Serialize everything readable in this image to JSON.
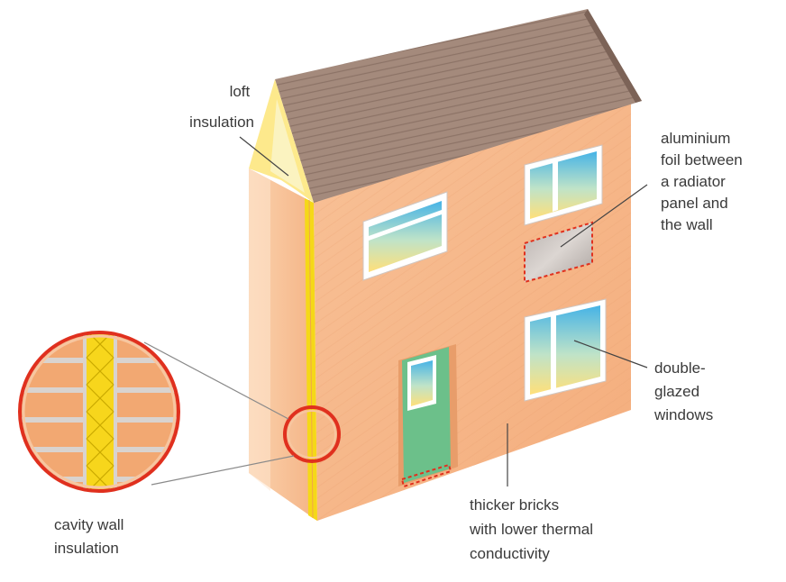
{
  "labels": {
    "loft": [
      "loft",
      "insulation"
    ],
    "foil": [
      "aluminium",
      "foil between",
      "a radiator",
      "panel and",
      "the wall"
    ],
    "windows": [
      "double-",
      "glazed",
      "windows"
    ],
    "bricks": [
      "thicker bricks",
      "with lower thermal",
      "conductivity"
    ],
    "cavity": [
      "cavity wall",
      "insulation"
    ]
  },
  "colors": {
    "wall_front": "#f7b98a",
    "wall_side": "#f8c69c",
    "roof": "#9c8274",
    "insulation_yellow": "#f5d818",
    "loft_insulation": "#fde98c",
    "door": "#6cc08a",
    "highlight_red": "#e0301e",
    "window_sky_top": "#46b3e6",
    "window_sky_bottom": "#ffe07a"
  }
}
